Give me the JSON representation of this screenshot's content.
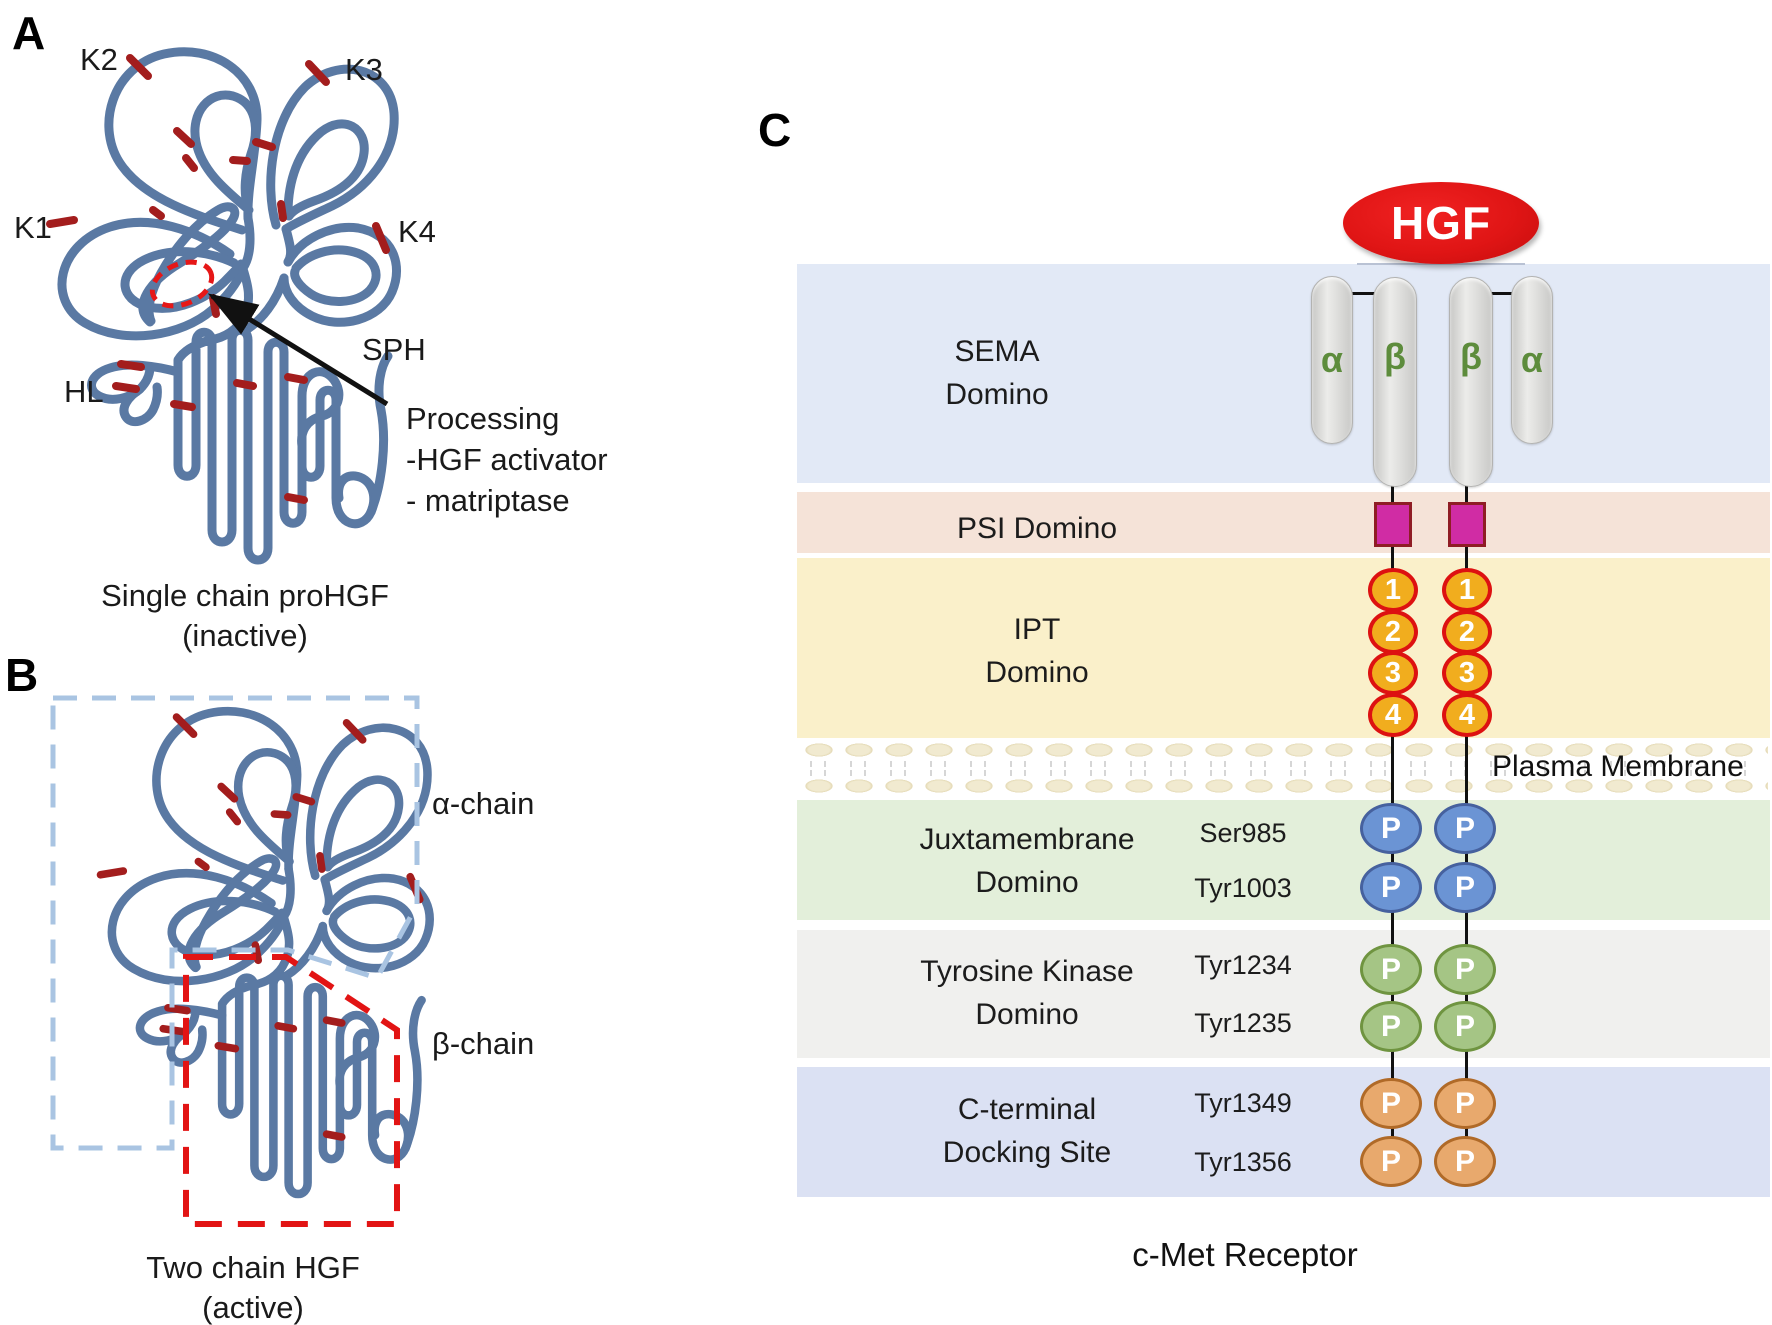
{
  "figure": {
    "panel_a": {
      "label": "A",
      "kringles": {
        "k1": "K1",
        "k2": "K2",
        "k3": "K3",
        "k4": "K4"
      },
      "hl": "HL",
      "sph": "SPH",
      "processing_lines": [
        "Processing",
        "-HGF activator",
        "- matriptase"
      ],
      "caption": [
        "Single chain proHGF",
        "(inactive)"
      ]
    },
    "panel_b": {
      "label": "B",
      "alpha_chain": "α-chain",
      "beta_chain": "β-chain",
      "caption": [
        "Two chain HGF",
        "(active)"
      ]
    },
    "panel_c": {
      "label": "C",
      "ligand": "HGF",
      "membrane_label": "Plasma Membrane",
      "receptor_title": "c-Met Receptor",
      "subunits": {
        "alpha": "α",
        "beta": "β"
      },
      "phospho": "P",
      "ipt_numbers": [
        "1",
        "2",
        "3",
        "4"
      ],
      "bands": [
        {
          "name": "SEMA Domino",
          "lines": [
            "SEMA",
            "Domino"
          ],
          "color": "#e2e9f6"
        },
        {
          "name": "PSI Domino",
          "lines": [
            "PSI Domino",
            ""
          ],
          "color": "#f5e3d8"
        },
        {
          "name": "IPT Domino",
          "lines": [
            "IPT",
            "Domino"
          ],
          "color": "#faf0ca"
        },
        {
          "name": "Juxtamembrane Domino",
          "lines": [
            "Juxtamembrane",
            "Domino"
          ],
          "color": "#e3efda",
          "residues": [
            "Ser985",
            "Tyr1003"
          ]
        },
        {
          "name": "Tyrosine Kinase Domino",
          "lines": [
            "Tyrosine Kinase",
            "Domino"
          ],
          "color": "#f0f0ee",
          "residues": [
            "Tyr1234",
            "Tyr1235"
          ]
        },
        {
          "name": "C-terminal Docking Site",
          "lines": [
            "C-terminal",
            "Docking Site"
          ],
          "color": "#dbe1f3",
          "residues": [
            "Tyr1349",
            "Tyr1356"
          ]
        }
      ],
      "colors": {
        "hgf_red": "#dd1414",
        "psi_square": "#d02ca4",
        "psi_square_border": "#8f1d25",
        "ipt_fill": "#f1ad1e",
        "ipt_border": "#dd1111",
        "phospho_blue": "#6b94d4",
        "phospho_green": "#a5c585",
        "phospho_orange": "#e8a96d",
        "chain_blue": "#5a79a3",
        "disulfide_red": "#a31d1d",
        "alpha_dash_blue": "#a9c4e2",
        "beta_dash_red": "#e21414"
      }
    }
  }
}
